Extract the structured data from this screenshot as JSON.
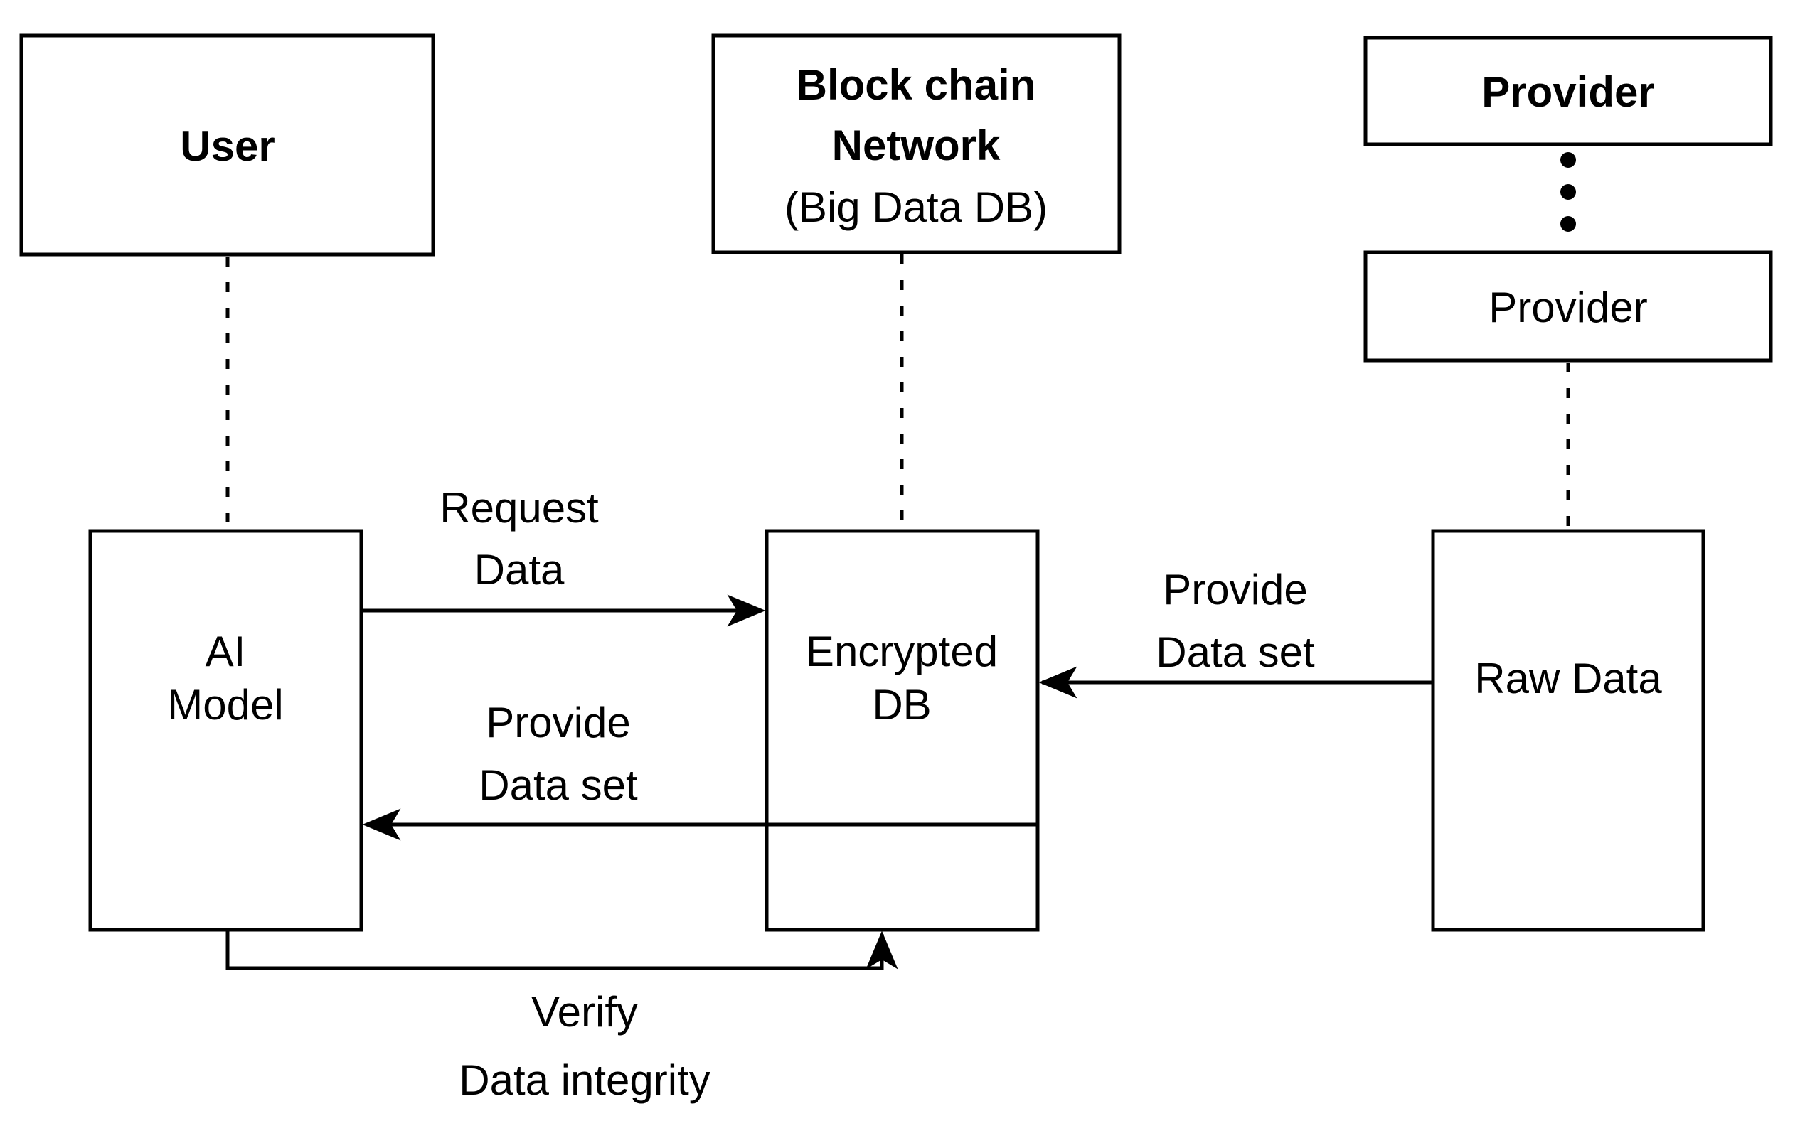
{
  "diagram": {
    "colors": {
      "background": "#ffffff",
      "stroke": "#000000",
      "text": "#000000"
    },
    "nodes": {
      "user": {
        "label": "User"
      },
      "blockchain": {
        "line1": "Block chain",
        "line2": "Network",
        "line3": "(Big Data DB)"
      },
      "provider_top": {
        "label": "Provider"
      },
      "provider_bottom": {
        "label": "Provider"
      },
      "ai_model": {
        "line1": "AI",
        "line2": "Model"
      },
      "encrypted_db": {
        "line1": "Encrypted",
        "line2": "DB"
      },
      "raw_data": {
        "label": "Raw Data"
      }
    },
    "edges": {
      "request_data": {
        "line1": "Request",
        "line2": "Data"
      },
      "provide_dataset_left": {
        "line1": "Provide",
        "line2": "Data set"
      },
      "provide_dataset_right": {
        "line1": "Provide",
        "line2": "Data set"
      },
      "verify_integrity": {
        "line1": "Verify",
        "line2": "Data integrity"
      }
    }
  }
}
